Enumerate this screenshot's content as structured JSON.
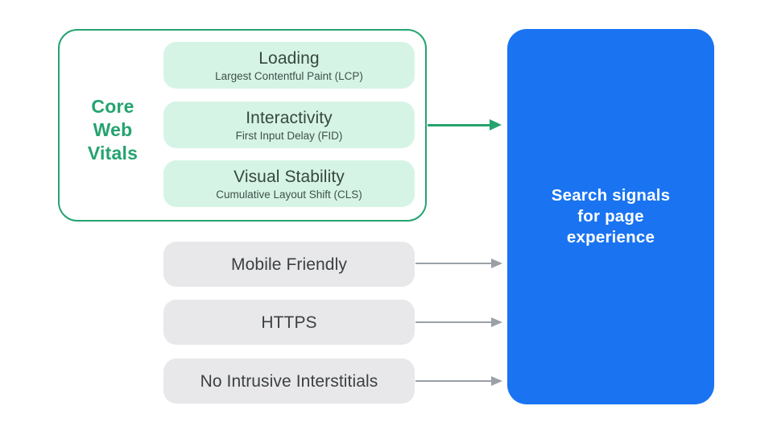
{
  "core_web_vitals": {
    "group_label": "Core Web Vitals",
    "group_label_lines": [
      "Core",
      "Web",
      "Vitals"
    ],
    "items": [
      {
        "title": "Loading",
        "subtitle": "Largest Contentful Paint (LCP)"
      },
      {
        "title": "Interactivity",
        "subtitle": "First Input Delay (FID)"
      },
      {
        "title": "Visual Stability",
        "subtitle": "Cumulative Layout Shift (CLS)"
      }
    ]
  },
  "other_signals": {
    "items": [
      "Mobile Friendly",
      "HTTPS",
      "No Intrusive Interstitials"
    ]
  },
  "result": {
    "label": "Search signals for page experience",
    "label_lines": [
      "Search signals",
      "for page",
      "experience"
    ]
  },
  "colors": {
    "green_accent": "#25A36F",
    "green_fill": "#D6F4E6",
    "gray_fill": "#E8E8EA",
    "gray_arrow": "#9AA0A6",
    "blue_fill": "#1A74F2",
    "dark_text": "#3C4043",
    "white_text": "#FFFFFF"
  }
}
